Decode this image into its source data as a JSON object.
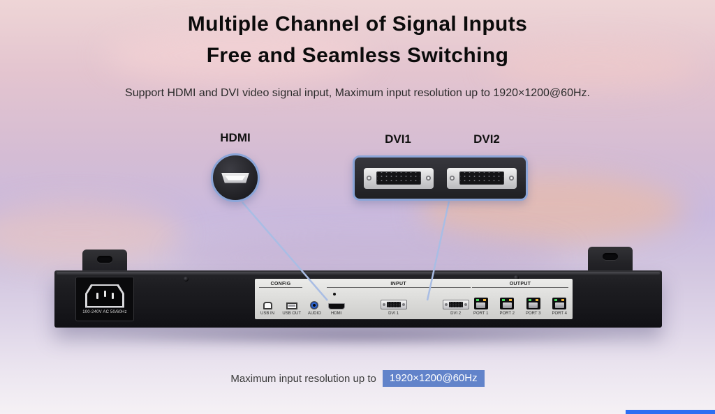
{
  "header": {
    "title_line1": "Multiple Channel of Signal Inputs",
    "title_line2": "Free and Seamless Switching",
    "subtitle": "Support HDMI and DVI video signal input, Maximum input resolution up to 1920×1200@60Hz."
  },
  "callouts": {
    "hdmi": "HDMI",
    "dvi1": "DVI1",
    "dvi2": "DVI2"
  },
  "device": {
    "power_label": "100-240V AC 50/60Hz",
    "config_title": "CONFIG",
    "usb_in_label": "USB IN",
    "usb_out_label": "USB OUT",
    "audio_label": "AUDIO",
    "input_title": "INPUT",
    "hdmi_port_label": "HDMI",
    "dvi1_port_label": "DVI 1",
    "dvi2_port_label": "DVI 2",
    "output_title": "OUTPUT",
    "port_labels": [
      "PORT 1",
      "PORT 2",
      "PORT 3",
      "PORT 4"
    ]
  },
  "footer": {
    "prefix": "Maximum input resolution up to",
    "badge": "1920×1200@60Hz"
  },
  "colors": {
    "callout_border": "#8ba5d8",
    "connector_line": "#a9bde4",
    "badge_bg": "#6283ca",
    "title_color": "#0b0b0b",
    "bottom_bar": "#2e6ff2"
  }
}
